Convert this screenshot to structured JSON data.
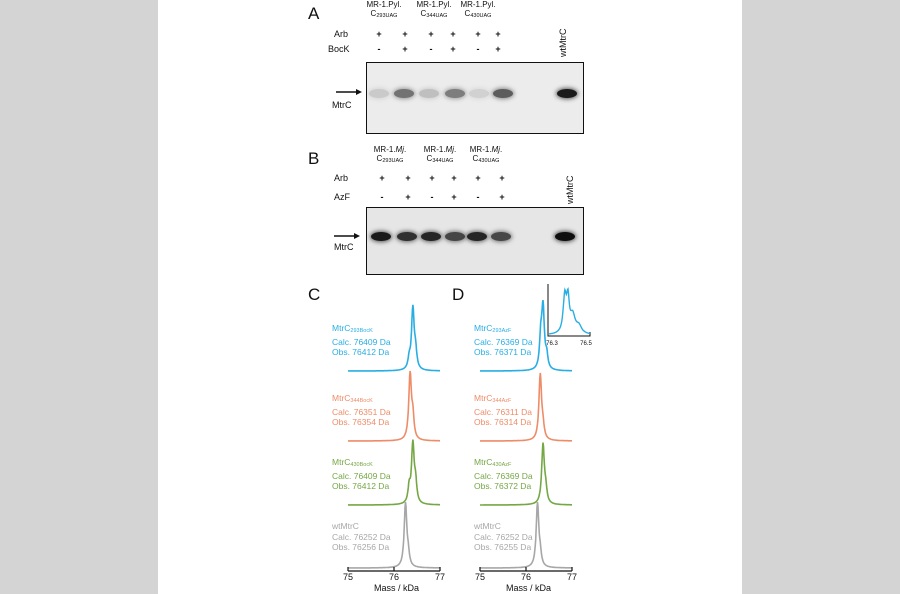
{
  "panels": {
    "A": {
      "letter": "A",
      "constructs": [
        {
          "prefix": "MR-1.Pyl.",
          "main": "C",
          "sub": "293UAG"
        },
        {
          "prefix": "MR-1.Pyl.",
          "main": "C",
          "sub": "344UAG"
        },
        {
          "prefix": "MR-1.Pyl.",
          "main": "C",
          "sub": "430UAG"
        }
      ],
      "row1_label": "Arb",
      "row2_label": "BocK",
      "row1_signs": [
        "+",
        "+",
        "+",
        "+",
        "+",
        "+"
      ],
      "row2_signs": [
        "-",
        "+",
        "-",
        "+",
        "-",
        "+"
      ],
      "control_label": "wtMtrC",
      "band_label": "MtrC",
      "band_intensities": [
        0.15,
        0.55,
        0.2,
        0.5,
        0.12,
        0.65,
        0.95
      ]
    },
    "B": {
      "letter": "B",
      "constructs": [
        {
          "prefix": "MR-1.",
          "italic": "Mj",
          "suffix": ".",
          "main": "C",
          "sub": "293UAG"
        },
        {
          "prefix": "MR-1.",
          "italic": "Mj",
          "suffix": ".",
          "main": "C",
          "sub": "344UAG"
        },
        {
          "prefix": "MR-1.",
          "italic": "Mj",
          "suffix": ".",
          "main": "C",
          "sub": "430UAG"
        }
      ],
      "row1_label": "Arb",
      "row2_label": "AzF",
      "row1_signs": [
        "+",
        "+",
        "+",
        "+",
        "+",
        "+"
      ],
      "row2_signs": [
        "-",
        "+",
        "-",
        "+",
        "-",
        "+"
      ],
      "control_label": "wtMtrC",
      "band_label": "MtrC",
      "band_intensities": [
        0.95,
        0.85,
        0.9,
        0.75,
        0.9,
        0.75,
        1.0
      ]
    },
    "C": {
      "letter": "C",
      "xlabel": "Mass / kDa",
      "ticks": [
        "75",
        "76",
        "77"
      ],
      "traces": [
        {
          "name_main": "MtrC",
          "name_sub": "293BocK",
          "calc": "Calc. 76409 Da",
          "obs": "Obs. 76412 Da",
          "color": "#29aee4"
        },
        {
          "name_main": "MtrC",
          "name_sub": "344BocK",
          "calc": "Calc. 76351 Da",
          "obs": "Obs. 76354 Da",
          "color": "#ee8c68"
        },
        {
          "name_main": "MtrC",
          "name_sub": "430BocK",
          "calc": "Calc. 76409 Da",
          "obs": "Obs. 76412 Da",
          "color": "#75a745"
        },
        {
          "name_main": "wtMtrC",
          "name_sub": "",
          "calc": "Calc. 76252 Da",
          "obs": "Obs. 76256 Da",
          "color": "#a7a7a7"
        }
      ]
    },
    "D": {
      "letter": "D",
      "xlabel": "Mass / kDa",
      "ticks": [
        "75",
        "76",
        "77"
      ],
      "inset_ticks": [
        "76.3",
        "76.5"
      ],
      "traces": [
        {
          "name_main": "MtrC",
          "name_sub": "293AzF",
          "calc": "Calc. 76369 Da",
          "obs": "Obs. 76371 Da",
          "color": "#29aee4"
        },
        {
          "name_main": "MtrC",
          "name_sub": "344AzF",
          "calc": "Calc. 76311 Da",
          "obs": "Obs. 76314 Da",
          "color": "#ee8c68"
        },
        {
          "name_main": "MtrC",
          "name_sub": "430AzF",
          "calc": "Calc. 76369 Da",
          "obs": "Obs. 76372 Da",
          "color": "#75a745"
        },
        {
          "name_main": "wtMtrC",
          "name_sub": "",
          "calc": "Calc. 76252 Da",
          "obs": "Obs. 76255 Da",
          "color": "#a7a7a7"
        }
      ]
    }
  }
}
